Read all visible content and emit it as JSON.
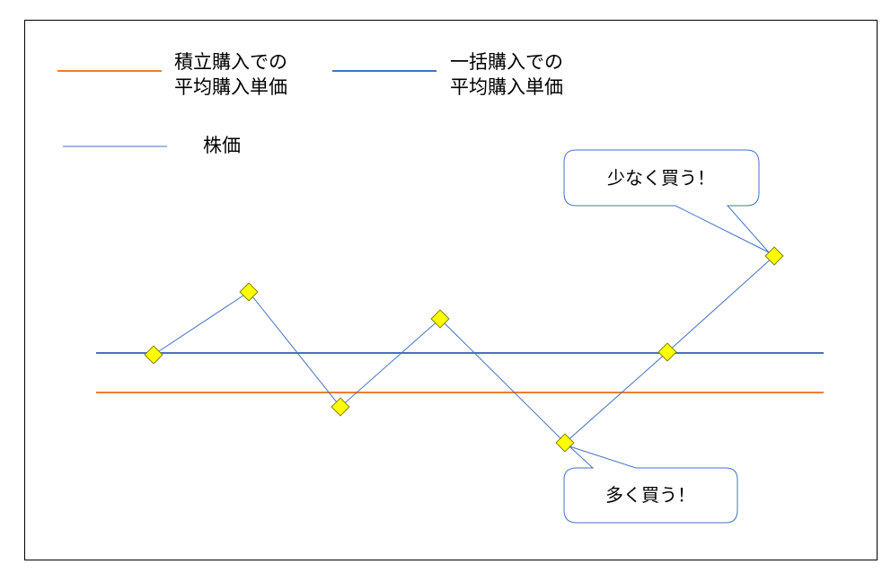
{
  "legend": {
    "tsumitate": {
      "line1": "積立購入での",
      "line2": "平均購入単価",
      "color": "#ED7D31"
    },
    "ikkatsu": {
      "line1": "一括購入での",
      "line2": "平均購入単価",
      "color": "#4472C4"
    },
    "price": {
      "label": "株価",
      "color": "#4472C4"
    }
  },
  "callouts": {
    "buy_less": "少なく買う！",
    "buy_more": "多く買う！"
  },
  "colors": {
    "marker_fill": "#FFFF00",
    "marker_stroke": "#808000",
    "callout_stroke": "#4472C4"
  }
}
